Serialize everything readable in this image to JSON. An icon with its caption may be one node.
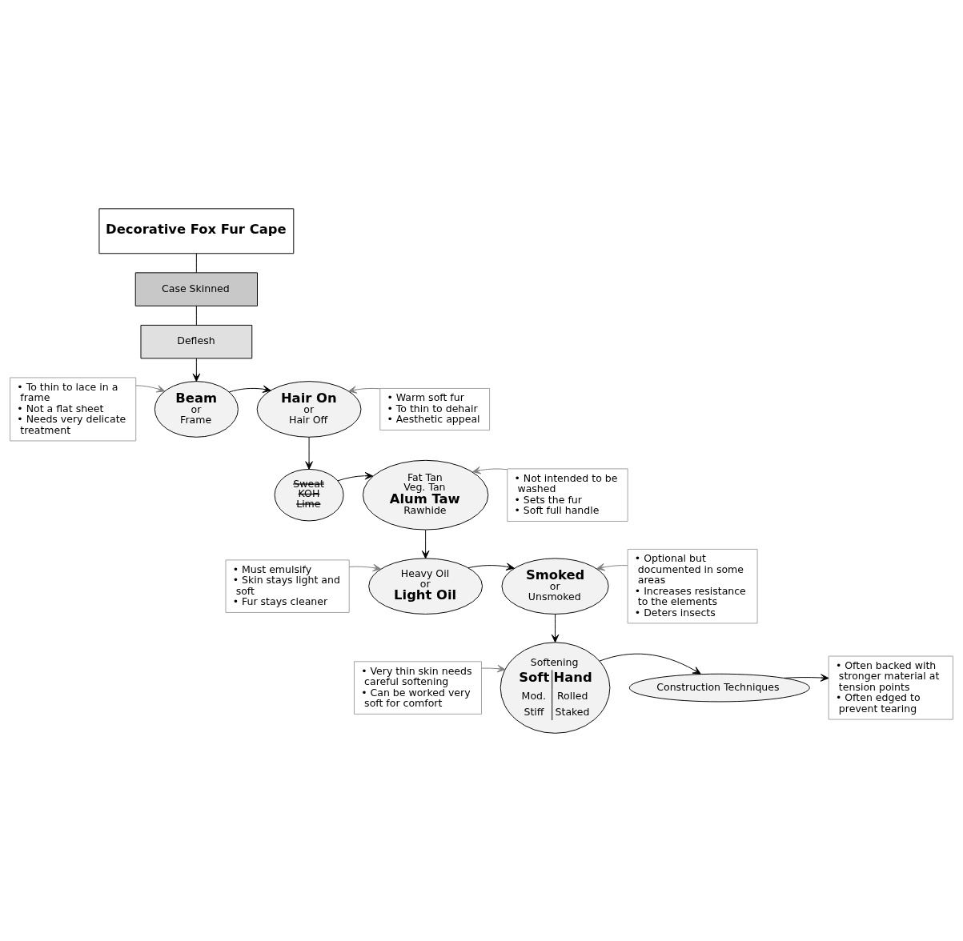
{
  "diagram": {
    "nodes": [
      {
        "text": [
          "Decorative Fox Fur Cape"
        ]
      },
      {
        "text": [
          "Case Skinned"
        ]
      },
      {
        "text": [
          "Deflesh"
        ]
      },
      {
        "text": [
          "• To thin to lace in a frame",
          "• Not a flat sheet",
          "• Needs very delicate treatment"
        ]
      },
      {
        "text": [
          "Beam",
          "or",
          "Frame"
        ]
      },
      {
        "text": [
          "Hair On",
          "or",
          "Hair Off"
        ]
      },
      {
        "text": [
          "• Warm soft fur",
          "• To thin to dehair",
          "• Aesthetic appeal"
        ]
      },
      {
        "text": [
          "Sweat",
          "KOH",
          "Lime"
        ]
      },
      {
        "text": [
          "Fat Tan",
          "Veg. Tan",
          "Alum Taw",
          "Rawhide"
        ]
      },
      {
        "text": [
          "• Not intended to be washed",
          "• Sets the fur",
          "• Soft full handle"
        ]
      },
      {
        "text": [
          "• Must emulsify",
          "• Skin stays light and soft",
          "• Fur stays cleaner"
        ]
      },
      {
        "text": [
          "Heavy Oil",
          "or",
          "Light Oil"
        ]
      },
      {
        "text": [
          "Smoked",
          "or",
          "Unsmoked"
        ]
      },
      {
        "text": [
          "• Optional but documented in some areas",
          "• Increases resistance to the elements",
          "• Deters insects"
        ]
      },
      {
        "text": [
          "• Very thin skin needs careful softening",
          "• Can be worked very soft for comfort"
        ]
      },
      {
        "text": [
          "Softening",
          "Soft",
          "Hand",
          "Mod.",
          "Rolled",
          "Stiff",
          "Staked"
        ]
      },
      {
        "text": [
          "Construction Techniques"
        ]
      },
      {
        "text": [
          "• Often backed with stronger material at tension points",
          "• Often edged to prevent tearing"
        ]
      }
    ],
    "edges": [
      {
        "from": 0,
        "to": 1,
        "arrow": "none"
      },
      {
        "from": 1,
        "to": 2,
        "arrow": "none"
      },
      {
        "from": 2,
        "to": 4,
        "arrow": "to"
      },
      {
        "from": 3,
        "to": 4,
        "arrow": "to",
        "color": "#808080"
      },
      {
        "from": 4,
        "to": 5,
        "arrow": "to"
      },
      {
        "from": 6,
        "to": 5,
        "arrow": "to",
        "color": "#808080"
      },
      {
        "from": 5,
        "to": 7,
        "arrow": "to"
      },
      {
        "from": 7,
        "to": 8,
        "arrow": "to"
      },
      {
        "from": 9,
        "to": 8,
        "arrow": "to",
        "color": "#808080"
      },
      {
        "from": 8,
        "to": 11,
        "arrow": "to"
      },
      {
        "from": 10,
        "to": 11,
        "arrow": "to",
        "color": "#808080"
      },
      {
        "from": 11,
        "to": 12,
        "arrow": "to"
      },
      {
        "from": 13,
        "to": 12,
        "arrow": "to",
        "color": "#808080"
      },
      {
        "from": 12,
        "to": 15,
        "arrow": "to"
      },
      {
        "from": 14,
        "to": 15,
        "arrow": "to",
        "color": "#808080"
      },
      {
        "from": 15,
        "to": 16,
        "arrow": "to"
      },
      {
        "from": 16,
        "to": 17,
        "arrow": "to"
      }
    ]
  }
}
